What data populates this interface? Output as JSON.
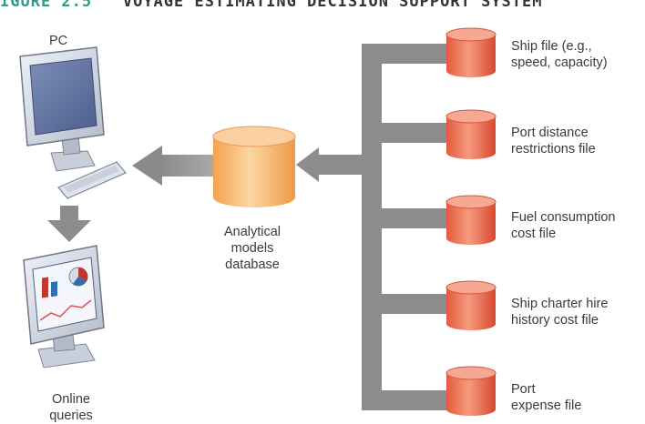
{
  "caption": {
    "number": "IGURE 2.5",
    "title": "VOYAGE ESTIMATING DECISION SUPPORT SYSTEM"
  },
  "pc_label": "PC",
  "queries_label": [
    "Online",
    "queries"
  ],
  "database_label": [
    "Analytical",
    "models",
    "database"
  ],
  "files": [
    {
      "lines": [
        "Ship file (e.g.,",
        "speed, capacity)"
      ]
    },
    {
      "lines": [
        "Port distance",
        "restrictions file"
      ]
    },
    {
      "lines": [
        "Fuel consumption",
        "cost file"
      ]
    },
    {
      "lines": [
        "Ship charter hire",
        "history cost file"
      ]
    },
    {
      "lines": [
        "Port",
        "expense file"
      ]
    }
  ],
  "colors": {
    "file_cylinder": "#e9745a",
    "database_cylinder": "#f6b670",
    "connector": "#8c8c8c",
    "caption_number": "#2e9a86"
  }
}
